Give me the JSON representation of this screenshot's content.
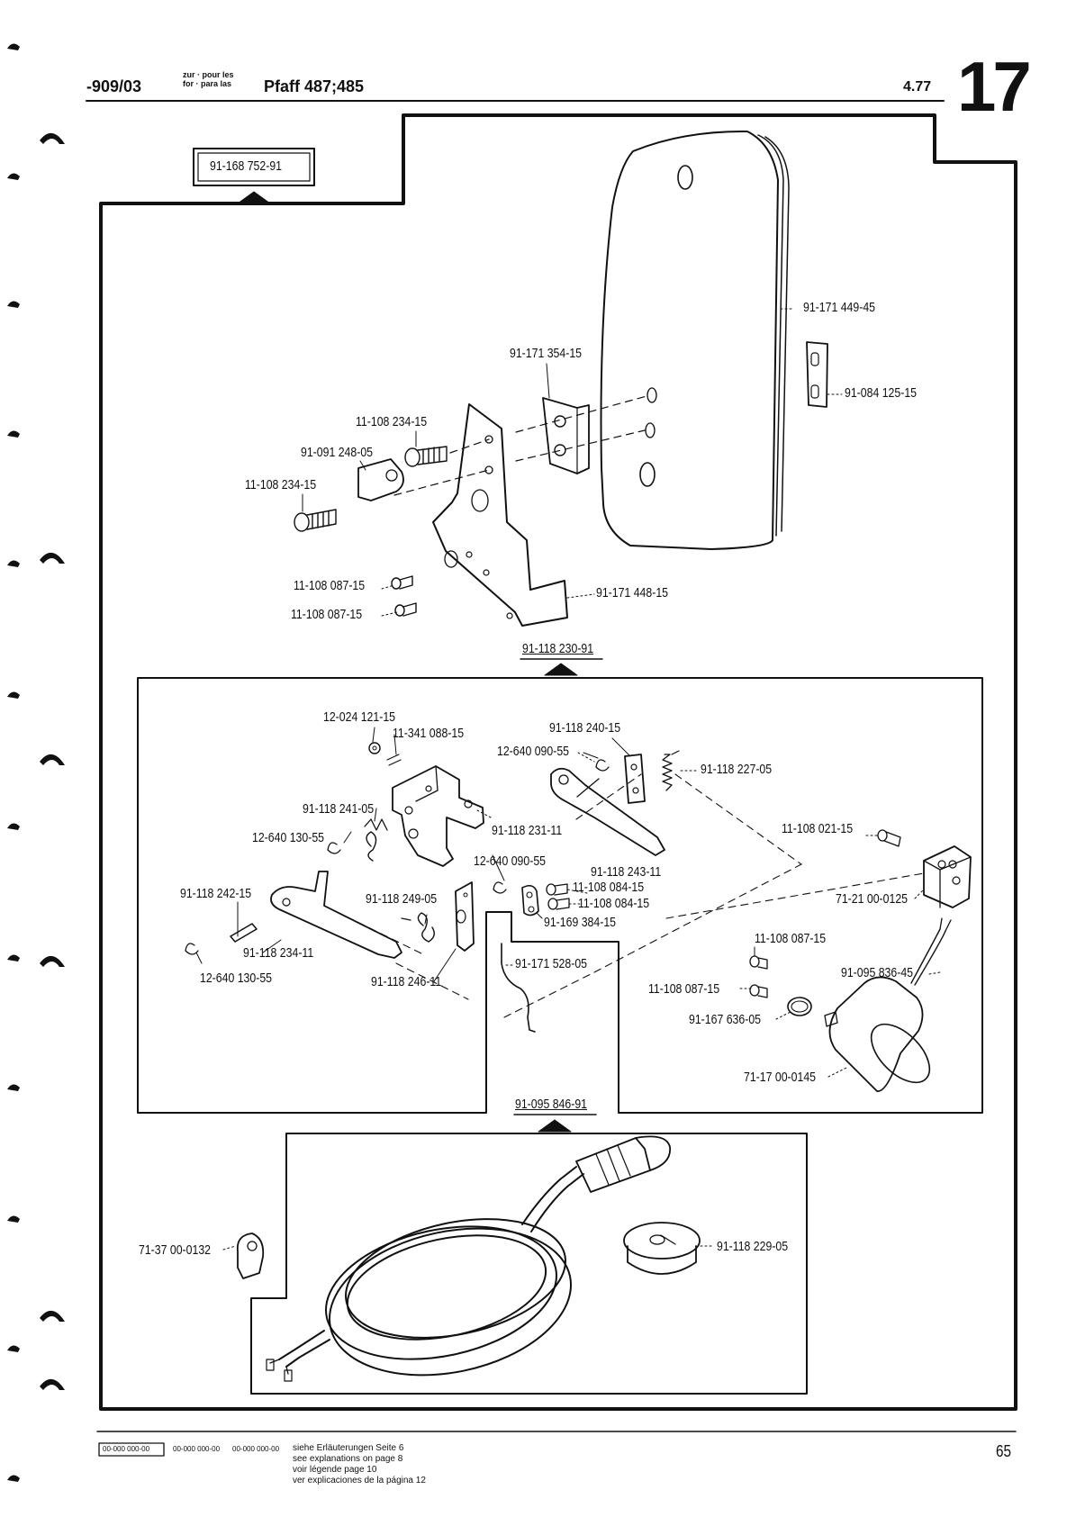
{
  "header": {
    "code": "-909/03",
    "small_top": "zur · pour les",
    "small_bottom": "for · para las",
    "title": "Pfaff 487;485",
    "date": "4.77",
    "section": "17"
  },
  "groups": {
    "g1": "91-168 752-91",
    "g2": "91-118 230-91",
    "g3": "91-095 846-91"
  },
  "labels": {
    "a1": "91-171 449-45",
    "a2": "91-084 125-15",
    "a3": "91-171 354-15",
    "a4": "11-108 234-15",
    "a5": "91-091 248-05",
    "a6": "11-108 234-15",
    "a7": "11-108 087-15",
    "a8": "11-108 087-15",
    "a9": "91-171 448-15",
    "b1": "12-024 121-15",
    "b2": "11-341 088-15",
    "b3": "91-118 240-15",
    "b4": "12-640 090-55",
    "b5": "91-118 227-05",
    "b6": "91-118 241-05",
    "b7": "12-640 130-55",
    "b8": "91-118 231-11",
    "b9": "11-108 021-15",
    "b10": "12-640 090-55",
    "b11": "91-118 243-11",
    "b12": "11-108 084-15",
    "b13": "11-108 084-15",
    "b14": "91-118 242-15",
    "b15": "91-118 249-05",
    "b16": "91-169 384-15",
    "b17": "71-21 00-0125",
    "b18": "91-118 234-11",
    "b19": "12-640 130-55",
    "b20": "91-118 246-11",
    "b21": "91-171 528-05",
    "b22": "11-108 087-15",
    "b23": "91-095 836-45",
    "b24": "11-108 087-15",
    "b25": "91-167 636-05",
    "b26": "71-17 00-0145",
    "c1": "71-37 00-0132",
    "c2": "91-118 229-05"
  },
  "footer": {
    "legend_boxed": "00-000 000-00",
    "legend_plain1": "00-000 000-00",
    "legend_plain2": "00-000 000-00",
    "line1": "siehe Erläuterungen Seite 6",
    "line2": "see explanations on page 8",
    "line3": "voir légende page 10",
    "line4": "ver explicaciones de la página 12",
    "page_number": "65"
  }
}
